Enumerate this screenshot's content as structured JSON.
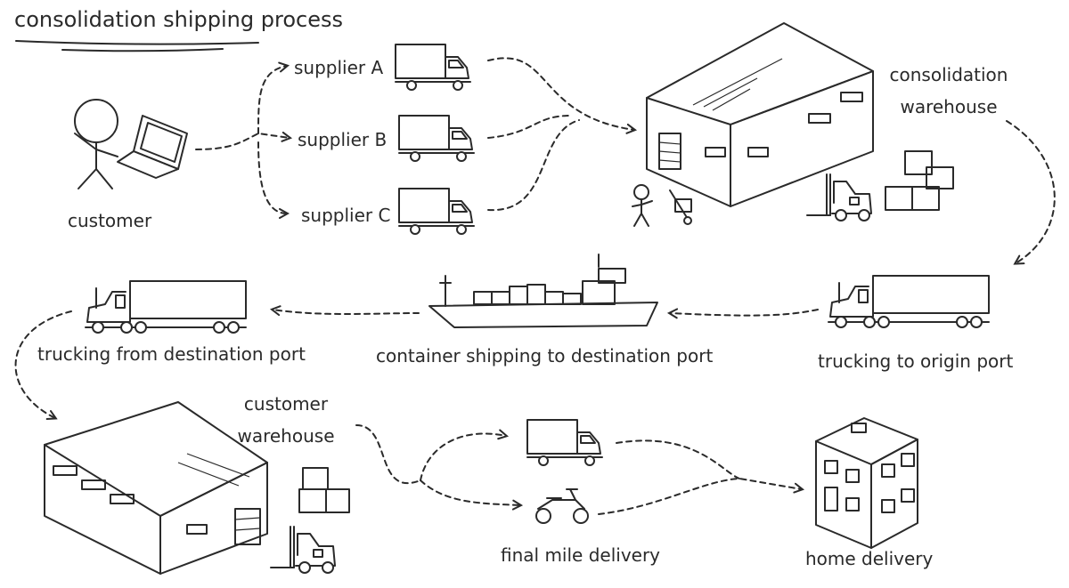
{
  "diagram": {
    "title": "consolidation shipping process",
    "nodes": {
      "customer": "customer",
      "supplier_a": "supplier A",
      "supplier_b": "supplier B",
      "supplier_c": "supplier C",
      "consolidation_warehouse": [
        "consolidation",
        "warehouse"
      ],
      "trucking_origin": "trucking to origin port",
      "container_shipping": "container shipping to destination port",
      "trucking_destination": "trucking from destination port",
      "customer_warehouse": [
        "customer",
        "warehouse"
      ],
      "final_mile": "final mile delivery",
      "home_delivery": "home delivery"
    },
    "icons": [
      "person-icon",
      "laptop-icon",
      "delivery-truck-icon",
      "warehouse-icon",
      "forklift-icon",
      "boxes-icon",
      "hand-truck-icon",
      "semi-truck-icon",
      "container-ship-icon",
      "scooter-icon",
      "house-icon"
    ]
  }
}
